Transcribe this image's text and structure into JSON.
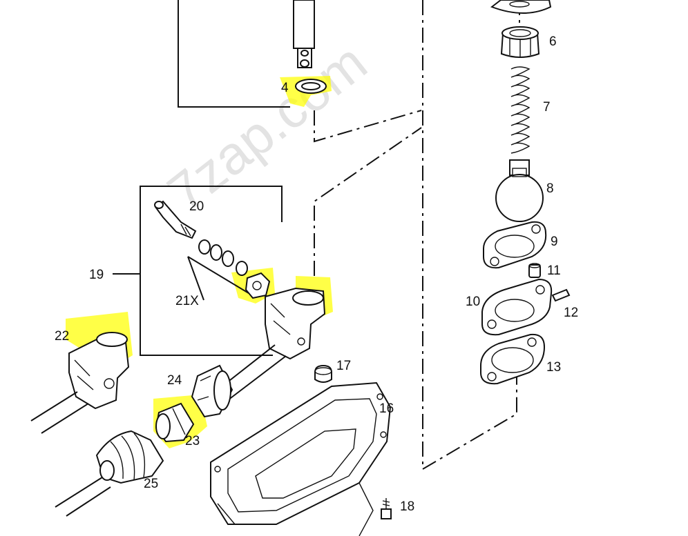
{
  "diagram": {
    "watermark": "7zap.com",
    "highlight_color": "#ffff00",
    "line_color": "#111111",
    "callouts": [
      {
        "id": "4",
        "text": "4"
      },
      {
        "id": "6",
        "text": "6"
      },
      {
        "id": "7",
        "text": "7"
      },
      {
        "id": "8",
        "text": "8"
      },
      {
        "id": "9",
        "text": "9"
      },
      {
        "id": "10",
        "text": "10"
      },
      {
        "id": "11",
        "text": "11"
      },
      {
        "id": "12",
        "text": "12"
      },
      {
        "id": "13",
        "text": "13"
      },
      {
        "id": "16",
        "text": "16"
      },
      {
        "id": "17",
        "text": "17"
      },
      {
        "id": "18",
        "text": "18"
      },
      {
        "id": "19",
        "text": "19"
      },
      {
        "id": "20",
        "text": "20"
      },
      {
        "id": "21x",
        "text": "21X"
      },
      {
        "id": "22",
        "text": "22"
      },
      {
        "id": "23",
        "text": "23"
      },
      {
        "id": "24",
        "text": "24"
      },
      {
        "id": "25",
        "text": "25"
      }
    ]
  }
}
